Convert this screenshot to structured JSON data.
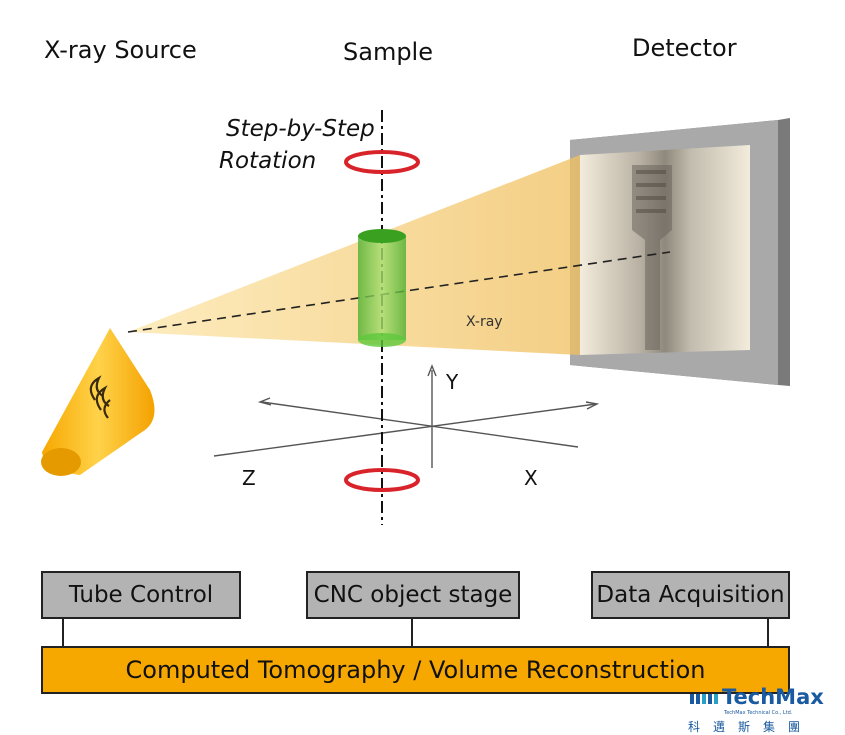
{
  "headings": {
    "source": "X-ray Source",
    "sample": "Sample",
    "detector": "Detector"
  },
  "rotation": {
    "line1": "Step-by-Step",
    "line2": "Rotation"
  },
  "beam_label": "X-ray",
  "axes": {
    "y": "Y",
    "z": "Z",
    "x": "X"
  },
  "modules": {
    "tube_control": "Tube Control",
    "cnc_stage": "CNC object stage",
    "data_acquisition": "Data Acquisition"
  },
  "reconstruction": "Computed Tomography / Volume Reconstruction",
  "logo": {
    "name": "TechMax",
    "sub": "TechMax Technical Co., Ltd.",
    "cjk": "科邁斯集團"
  },
  "colors": {
    "beam": "#f5c85a",
    "sample": "#5ec83c",
    "arrow": "#d9232a",
    "bar": "#f7a800",
    "box": "#b3b3b3",
    "logo": "#1a5aa0"
  }
}
